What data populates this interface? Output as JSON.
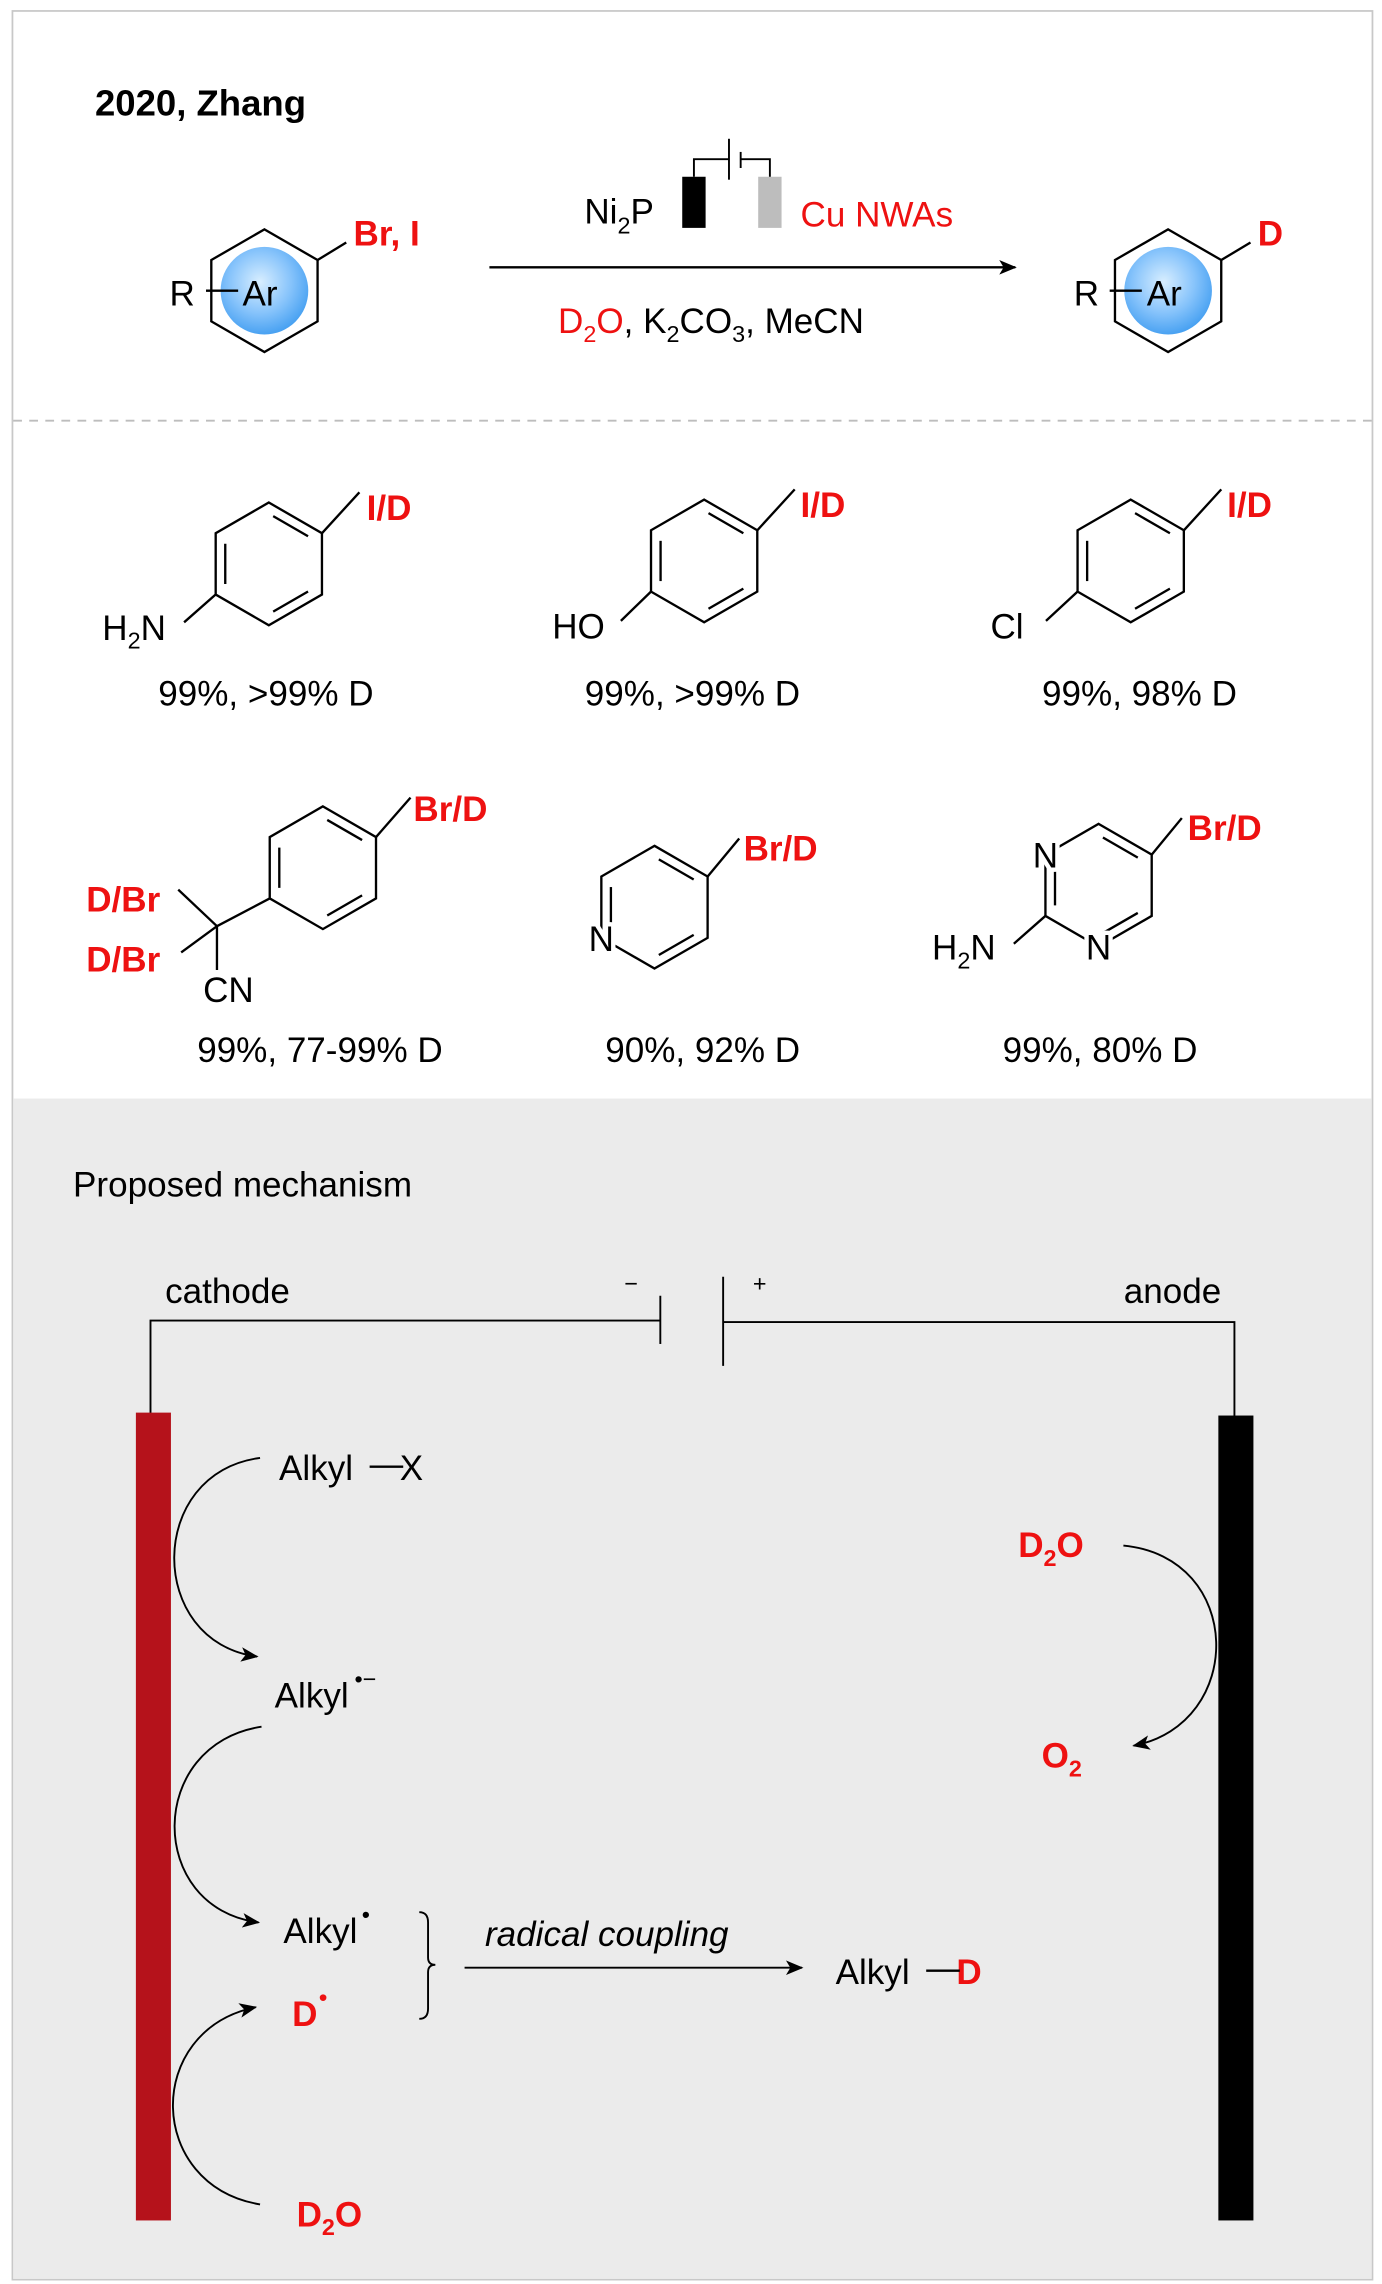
{
  "header": {
    "title": "2020, Zhang",
    "reactant": {
      "r": "R",
      "ar": "Ar",
      "leaving_group": "Br, I"
    },
    "electrode_left": [
      "Ni",
      "2",
      "P"
    ],
    "electrode_right": "Cu NWAs",
    "conditions": {
      "d2o": [
        "D",
        "2",
        "O"
      ],
      "sep1": ", ",
      "k2co3": [
        "K",
        "2",
        "CO",
        "3"
      ],
      "sep2": ", ",
      "solvent": "MeCN"
    },
    "product": {
      "r": "R",
      "ar": "Ar",
      "label": "D"
    }
  },
  "substrates": [
    {
      "substituent": "I/D",
      "group": [
        "H",
        "2",
        "N"
      ],
      "result": "99%, >99% D"
    },
    {
      "substituent": "I/D",
      "group": "HO",
      "result": "99%, >99% D"
    },
    {
      "substituent": "I/D",
      "group": "Cl",
      "result": "99%, 98% D"
    },
    {
      "substituent": "Br/D",
      "group_top": "D/Br",
      "group_bottom": "D/Br",
      "group_cn": "CN",
      "result": "99%, 77-99% D"
    },
    {
      "substituent": "Br/D",
      "ring_atom": "N",
      "result": "90%, 92% D"
    },
    {
      "substituent": "Br/D",
      "ring_atom_1": "N",
      "ring_atom_2": "N",
      "group": [
        "H",
        "2",
        "N"
      ],
      "result": "99%, 80% D"
    }
  ],
  "mechanism": {
    "title": "Proposed mechanism",
    "cathode": "cathode",
    "anode": "anode",
    "minus": "−",
    "plus": "+",
    "alkyl_x": [
      "Alkyl",
      "X"
    ],
    "alkyl_radical_anion": [
      "Alkyl",
      "•−"
    ],
    "alkyl_radical": [
      "Alkyl",
      "•"
    ],
    "d_radical": [
      "D",
      "•"
    ],
    "d2o_cathode": [
      "D",
      "2",
      "O"
    ],
    "coupling_label": "radical coupling",
    "product": [
      "Alkyl",
      "D"
    ],
    "d2o_anode": [
      "D",
      "2",
      "O"
    ],
    "o2": [
      "O",
      "2"
    ]
  },
  "colors": {
    "red": "#ee1111",
    "cathode": "#b5121b",
    "anode": "#000000",
    "panel": "#ebebeb",
    "ring_fill": "#3d9bf0"
  }
}
